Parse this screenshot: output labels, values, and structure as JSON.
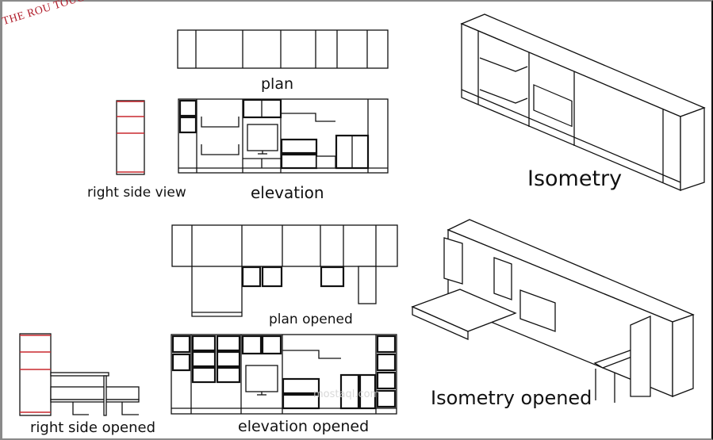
{
  "brand": "THE ROU TOUCH",
  "labels": {
    "plan": "plan",
    "right_side_view": "right side view",
    "elevation": "elevation",
    "isometry": "Isometry",
    "plan_opened": "plan opened",
    "right_side_opened": "right side opened",
    "elevation_opened": "elevation opened",
    "isometry_opened": "Isometry opened"
  },
  "watermark": "mostaql.com",
  "colors": {
    "accent_red": "#c8282f",
    "line": "#111111",
    "frame": "#8a8a8a"
  }
}
